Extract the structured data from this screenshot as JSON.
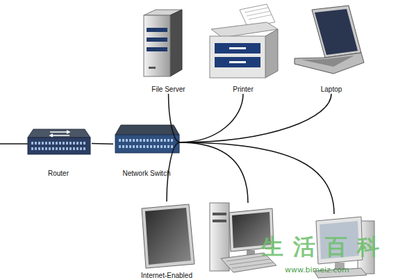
{
  "diagram": {
    "nodes": [
      {
        "text": [
          "Router"
        ]
      },
      {
        "text": [
          "Network Switch"
        ]
      },
      {
        "text": [
          "File Server"
        ]
      },
      {
        "text": [
          "Printer"
        ]
      },
      {
        "text": [
          "Laptop"
        ]
      },
      {
        "text": [
          "Internet-Enabled"
        ]
      }
    ],
    "edges": [
      {
        "from": 0,
        "to": 1,
        "arrow": "none"
      },
      {
        "from": 1,
        "to": 2,
        "arrow": "none"
      },
      {
        "from": 1,
        "to": 3,
        "arrow": "none"
      },
      {
        "from": 1,
        "to": 4,
        "arrow": "none"
      },
      {
        "from": 1,
        "to": 5,
        "arrow": "none"
      }
    ],
    "labels": [
      "生活百科",
      "www.bimeiz.com"
    ]
  }
}
